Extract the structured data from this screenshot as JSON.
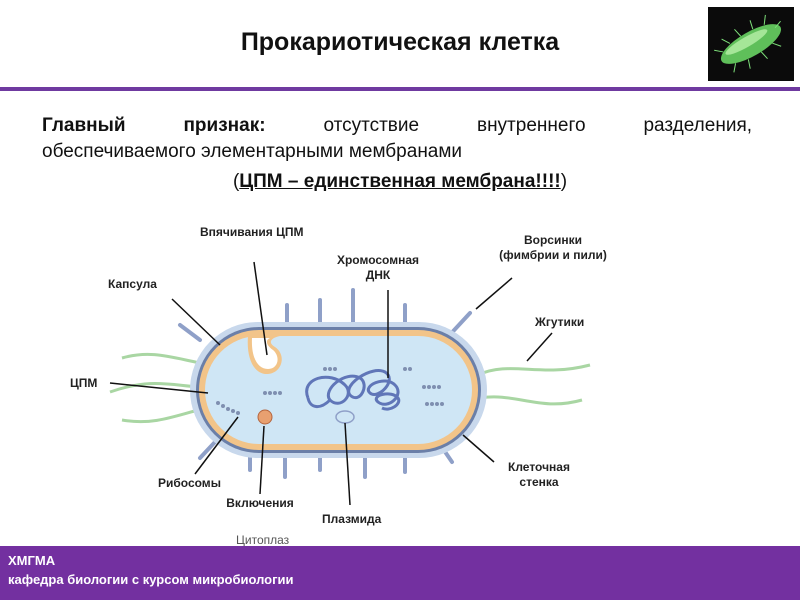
{
  "header": {
    "title": "Прокариотическая клетка"
  },
  "intro": {
    "lead": "Главный признак:",
    "text1": "отсутствие внутреннего разделения,",
    "text2": "обеспечиваемого элементарными мембранами",
    "note_open": "(",
    "note_bold": "ЦПМ – единственная мембрана!!!!",
    "note_close": ")"
  },
  "diagram": {
    "labels": {
      "invagination": "Впячивания ЦПМ",
      "capsule": "Капсула",
      "dna": "Хромосомная ДНК",
      "villi": "Ворсинки (фимбрии и пили)",
      "flagella": "Жгутики",
      "cpm": "ЦПМ",
      "ribosomes": "Рибосомы",
      "inclusions": "Включения",
      "cytoplasm": "Цитоплаз",
      "plasmid": "Плазмида",
      "cell_wall": "Клеточная стенка"
    },
    "colors": {
      "capsule": "#c8d8ec",
      "wall": "#6b7fa8",
      "membrane": "#f2c489",
      "cytoplasm": "#cfe6f5",
      "dna": "#6076b8",
      "flagella": "#a9d6a3",
      "pili": "#8fa0c8",
      "leader": "#111111"
    }
  },
  "footer": {
    "org": "ХМГМА",
    "dept": "кафедра биологии с курсом микробиологии"
  }
}
